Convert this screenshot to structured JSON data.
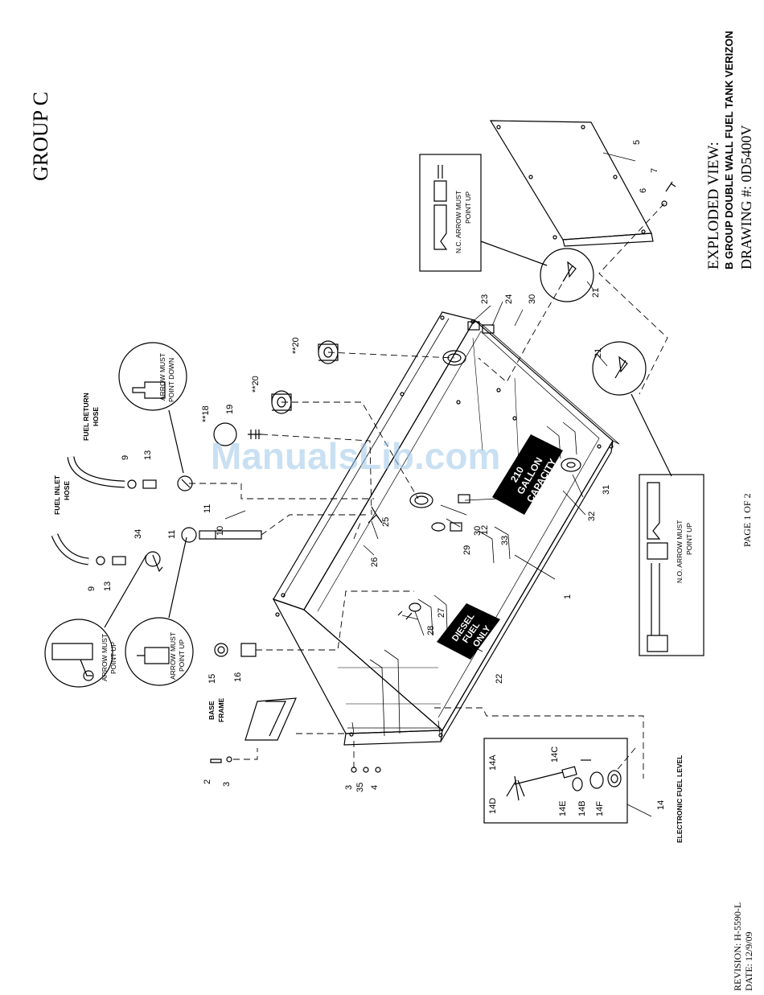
{
  "group_title": "GROUP C",
  "header": {
    "title_line1": "EXPLODED VIEW:",
    "title_line2": "B GROUP DOUBLE WALL FUEL TANK VERIZON",
    "drawing_number": "DRAWING #: 0D5400V"
  },
  "footer": {
    "revision": "REVISION: H-5590-L",
    "date": "DATE: 12/9/09",
    "page": "PAGE 1 OF 2"
  },
  "watermark": "ManualsLib.com",
  "tank_labels": {
    "capacity_1": "210",
    "capacity_2": "GALLON",
    "capacity_3": "CAPACITY",
    "diesel_1": "DIESEL",
    "diesel_2": "FUEL",
    "diesel_3": "ONLY"
  },
  "notes": {
    "fuel_inlet_1": "FUEL INLET",
    "fuel_inlet_2": "HOSE",
    "fuel_return_1": "FUEL RETURN",
    "fuel_return_2": "HOSE",
    "base_frame_1": "BASE",
    "base_frame_2": "FRAME",
    "electronic_fuel_level": "ELECTRONIC FUEL LEVEL",
    "arrow_down_1": "ARROW MUST",
    "arrow_down_2": "POINT DOWN",
    "arrow_up_a1": "ARROW MUST",
    "arrow_up_a2": "POINT UP",
    "arrow_up_b1": "ARROW MUST",
    "arrow_up_b2": "POINT UP",
    "nc_1": "N.C. ARROW MUST",
    "nc_2": "POINT UP",
    "no_1": "N.O. ARROW MUST",
    "no_2": "POINT UP"
  },
  "callouts": {
    "c1": "1",
    "c2": "2",
    "c3a": "3",
    "c3b": "3",
    "c4": "4",
    "c5": "5",
    "c6": "6",
    "c7": "7",
    "c9a": "9",
    "c9b": "9",
    "c10": "10",
    "c11a": "11",
    "c11b": "11",
    "c12": "12",
    "c13a": "13",
    "c13b": "13",
    "c14": "14",
    "c14a": "14A",
    "c14b": "14B",
    "c14c": "14C",
    "c14d": "14D",
    "c14e": "14E",
    "c14f": "14F",
    "c15": "15",
    "c16": "16",
    "c18": "**18",
    "c19": "19",
    "c20a": "**20",
    "c20b": "**20",
    "c21a": "21",
    "c21b": "21",
    "c22": "22",
    "c23": "23",
    "c24": "24",
    "c25": "25",
    "c26": "26",
    "c27": "27",
    "c28": "28",
    "c29": "29",
    "c30a": "30",
    "c30b": "30",
    "c31": "31",
    "c32": "32",
    "c33": "33",
    "c34": "34",
    "c35": "35"
  }
}
